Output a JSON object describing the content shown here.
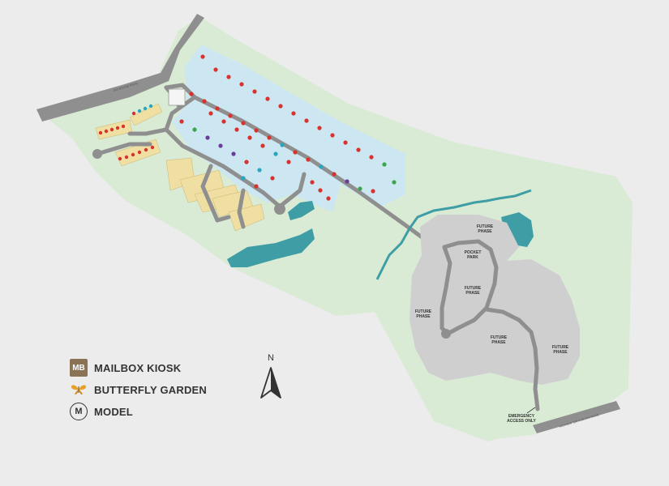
{
  "map": {
    "phases": [
      {
        "id": "phase-future-1",
        "label": [
          "FUTURE",
          "PHASE"
        ]
      },
      {
        "id": "phase-future-2",
        "label": [
          "FUTURE",
          "PHASE"
        ]
      },
      {
        "id": "phase-future-3",
        "label": [
          "FUTURE",
          "PHASE"
        ]
      },
      {
        "id": "phase-future-4",
        "label": [
          "FUTURE",
          "PHASE"
        ]
      },
      {
        "id": "phase-future-5",
        "label": [
          "FUTURE",
          "PHASE"
        ]
      }
    ],
    "pocket_park": [
      "POCKET",
      "PARK"
    ],
    "emergency_access": [
      "EMERGENCY",
      "ACCESS ONLY"
    ],
    "colors": {
      "ground": "#ececec",
      "green_space": "#d9ebd5",
      "lots": "#cde7f2",
      "road": "#8c8c8c",
      "water": "#3f9ea5",
      "future_phase": "#cfcfcf",
      "lot_red": "#d8322e",
      "lot_teal": "#27a7bf",
      "lot_green": "#3aa54a",
      "lot_purple": "#6b3d9a",
      "townhome": "#f0dfa2"
    }
  },
  "legend": {
    "mailbox": {
      "icon": "MB",
      "label": "MAILBOX KIOSK"
    },
    "butterfly": {
      "icon": "butterfly-icon",
      "label": "BUTTERFLY GARDEN"
    },
    "model": {
      "icon": "M",
      "label": "MODEL"
    }
  },
  "north": {
    "letter": "N"
  }
}
